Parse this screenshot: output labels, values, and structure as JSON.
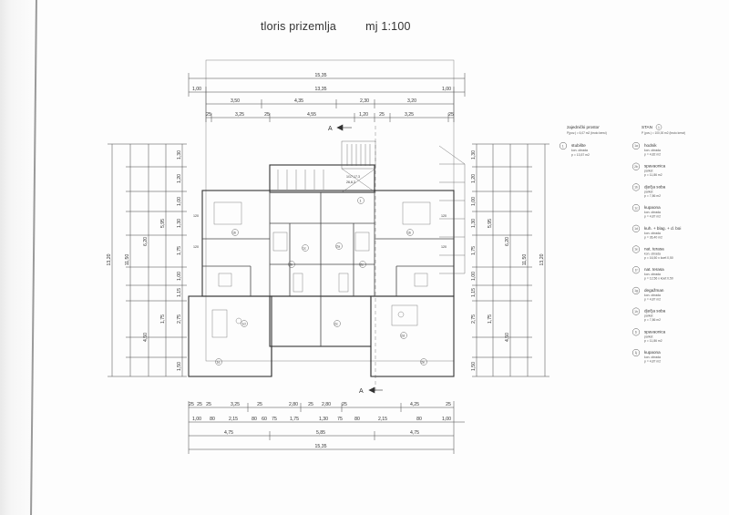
{
  "title": {
    "name": "tloris prizemlja",
    "scale": "mj 1:100"
  },
  "top_dims": {
    "overall": "15,35",
    "inner": "13,35",
    "left_overhang": "1,00",
    "right_overhang": "1,00",
    "row3": [
      "3,50",
      "4,35",
      "2,30",
      "3,20"
    ],
    "row4": [
      "25",
      "3,25",
      "25",
      "4,55",
      "1,20",
      "25",
      "3,25",
      "25"
    ]
  },
  "bottom_dims": {
    "row1": [
      "25",
      "25",
      "25",
      "3,25",
      "25",
      "2,80",
      "25",
      "2,80",
      "25",
      "4,25",
      "25"
    ],
    "row2": [
      "1,00",
      "80",
      "2,15",
      "80",
      "60",
      "75",
      "1,75",
      "1,30",
      "75",
      "80",
      "2,15",
      "80",
      "1,00"
    ],
    "row3": [
      "4,75",
      "5,85",
      "4,75"
    ],
    "overall": "15,35"
  },
  "left_dims": {
    "total": "13,20",
    "second": "11,50",
    "third": "6,20",
    "fourth": "5,95",
    "fifth": "4,50",
    "segments": [
      "1,30",
      "1,20",
      "1,00",
      "1,30",
      "1,75",
      "1,00",
      "1,15",
      "1,75",
      "2,75",
      "1,50"
    ]
  },
  "right_dims": {
    "total": "13,20",
    "second": "11,50",
    "third": "6,20",
    "fourth": "5,95",
    "fifth": "4,50",
    "segments": [
      "1,30",
      "1,20",
      "1,00",
      "1,30",
      "1,75",
      "1,00",
      "1,15",
      "1,75",
      "2,75",
      "1,50"
    ]
  },
  "section_marks": {
    "top": "A",
    "bottom": "A"
  },
  "plan_labels": {
    "stair": "1/17,17,3",
    "stair_sub": "26,6,3",
    "rooms": [
      "1",
      "1b",
      "1b",
      "1d",
      "1e",
      "2b",
      "2a",
      "2c",
      "2d",
      "2e",
      "1c",
      "2c"
    ],
    "heights": [
      "120",
      "120",
      "120",
      "120"
    ]
  },
  "legend_left": {
    "header": "zajednički prostor",
    "header_sub": "P(pov.) = 6,07 m2 (bruto kenvi)",
    "items": [
      {
        "num": "1",
        "name": "stubište",
        "sub": "kon. obrada",
        "area": "p = 13,57 m2"
      }
    ]
  },
  "legend_right": {
    "header": "STAN",
    "header_num": "1",
    "header_sub": "P (pov.) = 100,00 m2 (bruto kenvi)",
    "items": [
      {
        "num": "1a",
        "name": "hodnik",
        "sub": "kon. obrada",
        "area": "p = 4,82 m2"
      },
      {
        "num": "2b",
        "name": "spavaonica",
        "sub": "parket",
        "area": "p = 11,86 m2"
      },
      {
        "num": "1b",
        "name": "dječja soba",
        "sub": "parket",
        "area": "p = 7,86 m2"
      },
      {
        "num": "1c",
        "name": "kupaona",
        "sub": "kon. obrada",
        "area": "p = 4,87 m2"
      },
      {
        "num": "1d",
        "name": "kuh. + blag. + d. boi",
        "sub": "kon. obrada",
        "area": "p = 36,40 m2"
      },
      {
        "num": "1e",
        "name": "nat. terasa",
        "sub": "kon. obrada",
        "area": "p = 16,50 x koef.0,50"
      },
      {
        "num": "1f",
        "name": "nat. terasa",
        "sub": "kon. obrada",
        "area": "p = 12,56 x koef.0,50"
      },
      {
        "num": "1g",
        "name": "degažman",
        "sub": "kon. obrada",
        "area": "p = 4,87 m2"
      },
      {
        "num": "1h",
        "name": "dječja soba",
        "sub": "parket",
        "area": "p = 7,86 m2"
      },
      {
        "num": "1i",
        "name": "spavaonica",
        "sub": "parket",
        "area": "p = 11,86 m2"
      },
      {
        "num": "1j",
        "name": "kupaona",
        "sub": "kon. obrada",
        "area": "p = 4,87 m2"
      }
    ]
  }
}
